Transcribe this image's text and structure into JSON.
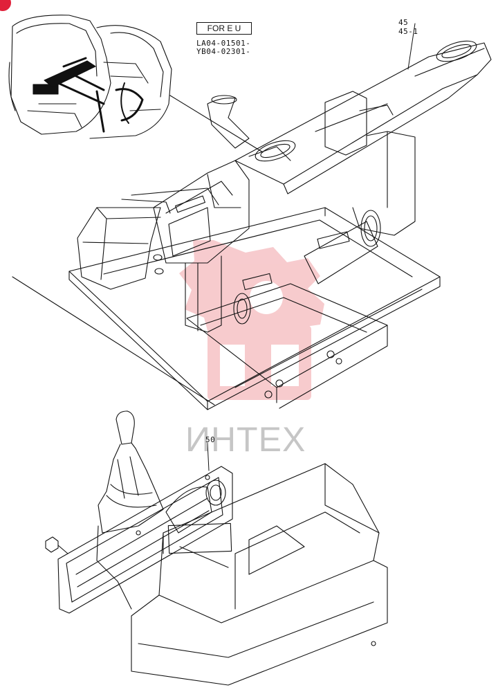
{
  "header": {
    "edition_box": "FOR E U",
    "serial_1": "LA04-01501-",
    "serial_2": "YB04-02301-"
  },
  "callouts": {
    "part_45": "45",
    "part_45_1": "45-1",
    "part_50": "50"
  },
  "watermark": {
    "text": "ИНТЕХ"
  },
  "colors": {
    "line": "#111111",
    "watermark": "#f1a3a8",
    "badge": "#e0203a"
  }
}
